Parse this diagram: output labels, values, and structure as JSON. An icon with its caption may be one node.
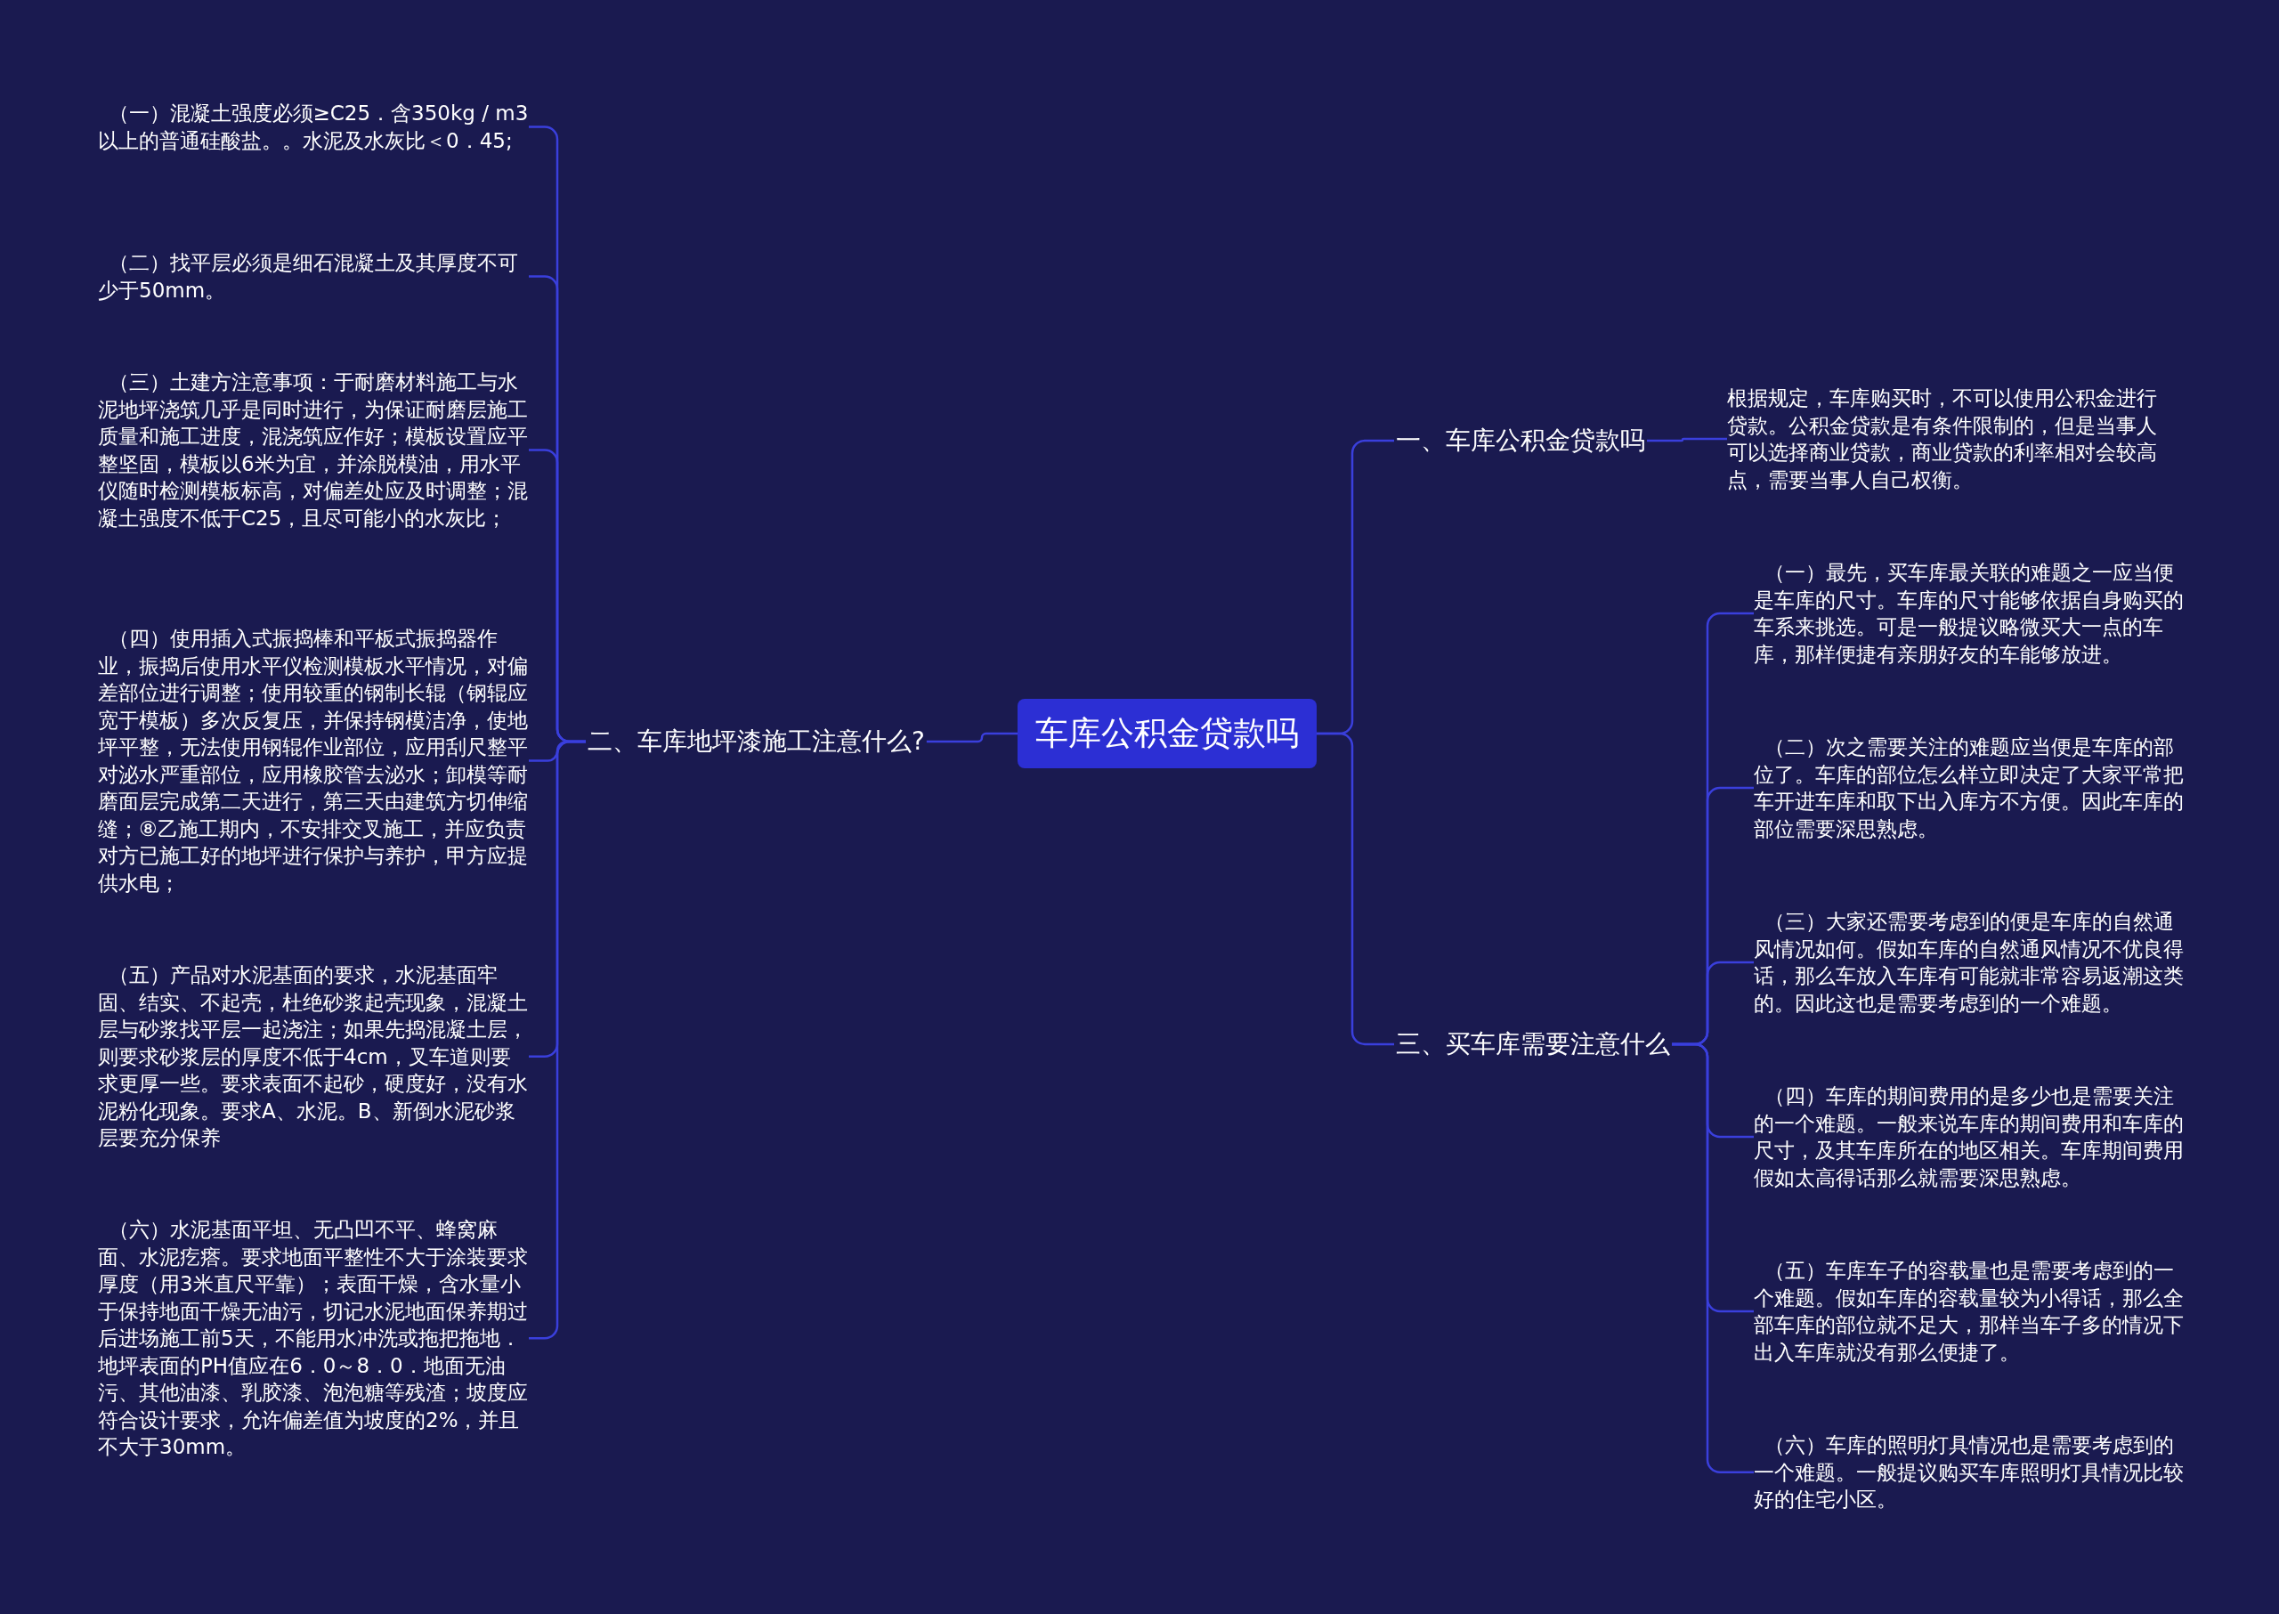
{
  "diagram": {
    "nodes": [
      {
        "text": [
          "车库公积金贷款吗"
        ]
      },
      {
        "text": [
          "二、车库地坪漆施工注意什么?"
        ]
      },
      {
        "text": [
          "（一）混凝土强度必须≥C25．含350kg / m3以上的普通硅酸盐。。水泥及水灰比＜0．45;"
        ]
      },
      {
        "text": [
          "（二）找平层必须是细石混凝土及其厚度不可少于50mm。"
        ]
      },
      {
        "text": [
          "（三）土建方注意事项：于耐磨材料施工与水泥地坪浇筑几乎是同时进行，为保证耐磨层施工质量和施工进度，混浇筑应作好；模板设置应平整坚固，模板以6米为宜，并涂脱模油，用水平仪随时检测模板标高，对偏差处应及时调整；混凝土强度不低于C25，且尽可能小的水灰比；"
        ]
      },
      {
        "text": [
          "（四）使用插入式振捣棒和平板式振捣器作业，振捣后使用水平仪检测模板水平情况，对偏差部位进行调整；使用较重的钢制长辊（钢辊应宽于模板）多次反复压，并保持钢模洁净，使地坪平整，无法使用钢辊作业部位，应用刮尺整平对泌水严重部位，应用橡胶管去泌水；卸模等耐磨面层完成第二天进行，第三天由建筑方切伸缩缝；⑧乙施工期内，不安排交叉施工，并应负责对方已施工好的地坪进行保护与养护，甲方应提供水电；"
        ]
      },
      {
        "text": [
          "（五）产品对水泥基面的要求，水泥基面牢固、结实、不起壳，杜绝砂浆起壳现象，混凝土层与砂浆找平层一起浇注；如果先捣混凝土层，则要求砂浆层的厚度不低于4cm，叉车道则要求更厚一些。要求表面不起砂，硬度好，没有水泥粉化现象。要求A、水泥。B、新倒水泥砂浆层要充分保养"
        ]
      },
      {
        "text": [
          "（六）水泥基面平坦、无凸凹不平、蜂窝麻面、水泥疙瘩。要求地面平整性不大于涂装要求厚度（用3米直尺平靠）；表面干燥，含水量小于保持地面干燥无油污，切记水泥地面保养期过后进场施工前5天，不能用水冲洗或拖把拖地．地坪表面的PH值应在6．0～8．0．地面无油污、其他油漆、乳胶漆、泡泡糖等残渣；坡度应符合设计要求，允许偏差值为坡度的2%，并且不大于30mm。"
        ]
      },
      {
        "text": [
          "一、车库公积金贷款吗"
        ]
      },
      {
        "text": [
          "根据规定，车库购买时，不可以使用公积金进行贷款。公积金贷款是有条件限制的，但是当事人可以选择商业贷款，商业贷款的利率相对会较高点，需要当事人自己权衡。"
        ]
      },
      {
        "text": [
          "三、买车库需要注意什么"
        ]
      },
      {
        "text": [
          "（一）最先，买车库最关联的难题之一应当便是车库的尺寸。车库的尺寸能够依据自身购买的车系来挑选。可是一般提议略微买大一点的车库，那样便捷有亲朋好友的车能够放进。"
        ]
      },
      {
        "text": [
          "（二）次之需要关注的难题应当便是车库的部位了。车库的部位怎么样立即决定了大家平常把车开进车库和取下出入库方不方便。因此车库的部位需要深思熟虑。"
        ]
      },
      {
        "text": [
          "（三）大家还需要考虑到的便是车库的自然通风情况如何。假如车库的自然通风情况不优良得话，那么车放入车库有可能就非常容易返潮这类的。因此这也是需要考虑到的一个难题。"
        ]
      },
      {
        "text": [
          "（四）车库的期间费用的是多少也是需要关注的一个难题。一般来说车库的期间费用和车库的尺寸，及其车库所在的地区相关。车库期间费用假如太高得话那么就需要深思熟虑。"
        ]
      },
      {
        "text": [
          "（五）车库车子的容载量也是需要考虑到的一个难题。假如车库的容载量较为小得话，那么全部车库的部位就不足大，那样当车子多的情况下出入车库就没有那么便捷了。"
        ]
      },
      {
        "text": [
          "（六）车库的照明灯具情况也是需要考虑到的一个难题。一般提议购买车库照明灯具情况比较好的住宅小区。"
        ]
      }
    ],
    "edges": [
      {
        "from": 0,
        "to": 1,
        "arrow": "none"
      },
      {
        "from": 1,
        "to": 2,
        "arrow": "none"
      },
      {
        "from": 1,
        "to": 3,
        "arrow": "none"
      },
      {
        "from": 1,
        "to": 4,
        "arrow": "none"
      },
      {
        "from": 1,
        "to": 5,
        "arrow": "none"
      },
      {
        "from": 1,
        "to": 6,
        "arrow": "none"
      },
      {
        "from": 1,
        "to": 7,
        "arrow": "none"
      },
      {
        "from": 0,
        "to": 8,
        "arrow": "none"
      },
      {
        "from": 8,
        "to": 9,
        "arrow": "none"
      },
      {
        "from": 0,
        "to": 10,
        "arrow": "none"
      },
      {
        "from": 10,
        "to": 11,
        "arrow": "none"
      },
      {
        "from": 10,
        "to": 12,
        "arrow": "none"
      },
      {
        "from": 10,
        "to": 13,
        "arrow": "none"
      },
      {
        "from": 10,
        "to": 14,
        "arrow": "none"
      },
      {
        "from": 10,
        "to": 15,
        "arrow": "none"
      },
      {
        "from": 10,
        "to": 16,
        "arrow": "none"
      }
    ]
  }
}
